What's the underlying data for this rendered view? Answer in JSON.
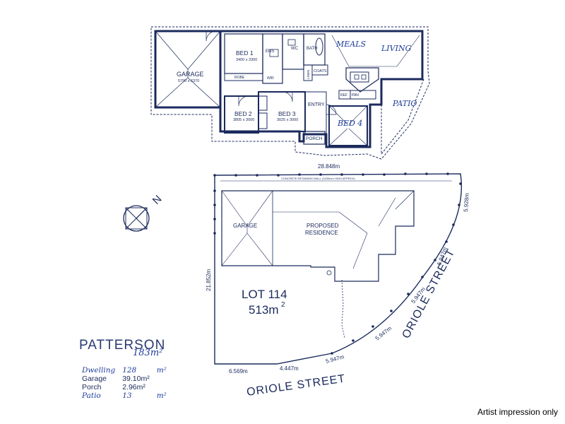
{
  "floor_plan": {
    "rooms": {
      "garage": "GARAGE",
      "garage_dim": "5790 x 6370",
      "bed1": "BED 1",
      "bed1_dim": "3400 x 3300",
      "ens": "ENS",
      "wc": "WC",
      "bath": "BATH",
      "robe": "ROBE",
      "wir": "WIR",
      "linen": "LINEN",
      "coats": "COATS",
      "bed2": "BED 2",
      "bed2_dim": "3805 x 3000",
      "bed3": "BED 3",
      "bed3_dim": "3025 x 3000",
      "entry": "ENTRY",
      "porch": "PORCH",
      "ref": "REF",
      "pan": "PAN",
      "meals": "MEALS",
      "living": "LIVING",
      "patio": "PATIO",
      "bed4": "BED 4"
    }
  },
  "site_plan": {
    "lot_label": "LOT 114",
    "lot_area": "513m",
    "lot_area_sup": "2",
    "garage_label": "GARAGE",
    "residence_line1": "PROPOSED",
    "residence_line2": "RESIDENCE",
    "retaining_wall": "CONCRETE RETAINING WALL (1450mm HIGH APPROX)",
    "dims": {
      "top": "28.848m",
      "left": "21.852m",
      "bottom1": "6.569m",
      "bottom2": "4.447m",
      "diag1": "5.947m",
      "diag2": "5.947m",
      "diag3": "5.947m",
      "right1": "5.947m",
      "right2": "5.928m"
    },
    "street_bottom": "ORIOLE STREET",
    "street_right": "ORIOLE STREET",
    "north_label": "N"
  },
  "title_block": {
    "name": "PATTERSON",
    "total_area": "183m²",
    "rows": [
      {
        "label": "Dwelling",
        "value": "128",
        "unit": "m²",
        "handwritten": true
      },
      {
        "label": "Garage",
        "value": "39.10m²",
        "unit": "",
        "handwritten": false
      },
      {
        "label": "Porch",
        "value": "2.96m²",
        "unit": "",
        "handwritten": false
      },
      {
        "label": "Patio",
        "value": "13",
        "unit": "m²",
        "handwritten": true
      }
    ]
  },
  "footer": "Artist impression only",
  "colors": {
    "ink": "#1b2a5c",
    "pen": "#1e3c9a",
    "background": "#ffffff"
  }
}
